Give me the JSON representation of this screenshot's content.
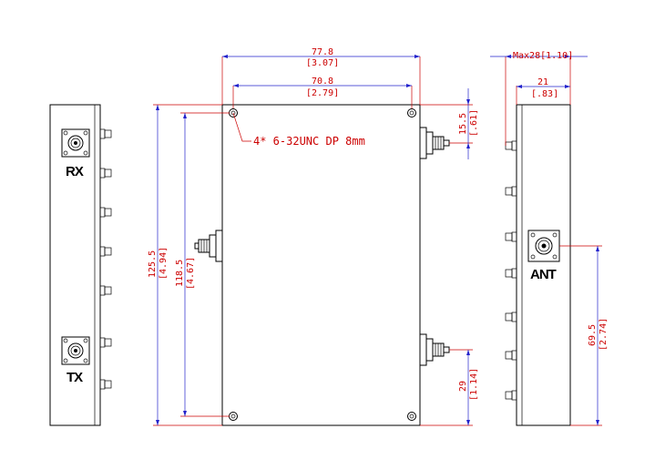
{
  "ports": {
    "rx": "RX",
    "tx": "TX",
    "ant": "ANT"
  },
  "dimensions": {
    "width_overall_mm": "77.8",
    "width_overall_in": "[3.07]",
    "hole_spacing_x_mm": "70.8",
    "hole_spacing_x_in": "[2.79]",
    "top_connector_offset_mm": "15.5",
    "top_connector_offset_in": "[.61]",
    "height_overall_mm": "125.5",
    "height_overall_in": "[4.94]",
    "hole_spacing_y_mm": "118.5",
    "hole_spacing_y_in": "[4.67]",
    "bottom_connector_offset_mm": "29",
    "bottom_connector_offset_in": "[1.14]",
    "depth_max": "Max28[1.10]",
    "depth_body_mm": "21",
    "depth_body_in": "[.83]",
    "ant_offset_mm": "69.5",
    "ant_offset_in": "[2.74]"
  },
  "notes": {
    "mounting_holes": "4* 6-32UNC DP 8mm"
  },
  "colors": {
    "outline": "#000000",
    "dimension_line": "#2222cc",
    "dimension_text": "#cc0000"
  }
}
